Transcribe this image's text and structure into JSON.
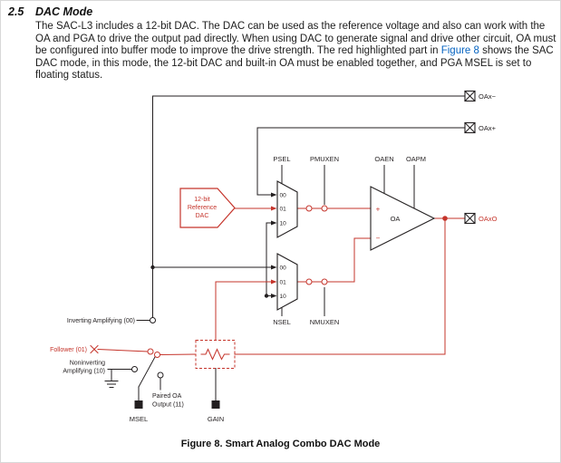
{
  "page": {
    "section_number": "2.5",
    "section_title": "DAC Mode",
    "paragraph": {
      "part1": "The SAC-L3 includes a 12-bit DAC. The DAC can be used as the reference voltage and also can work with the OA and PGA to drive the output pad directly. When using DAC to generate signal and drive other circuit, OA must be configured into buffer mode to improve the drive strength. The red highlighted part in ",
      "link": "Figure 8",
      "part2": " shows the SAC DAC mode, in this mode, the 12-bit DAC and built-in OA must be enabled together, and PGA MSEL is set to floating status."
    },
    "caption": "Figure 8. Smart Analog Combo DAC Mode"
  },
  "diagram": {
    "pads": {
      "oax_minus": "OAx−",
      "oax_plus": "OAx+",
      "oaxo": "OAxO"
    },
    "top_labels": {
      "psel": "PSEL",
      "pmuxen": "PMUXEN",
      "oaen": "OAEN",
      "oapm": "OAPM"
    },
    "bottom_labels": {
      "nsel": "NSEL",
      "nmuxen": "NMUXEN",
      "msel": "MSEL",
      "gain": "GAIN"
    },
    "dac": {
      "line1": "12-bit",
      "line2": "Reference",
      "line3": "DAC"
    },
    "opamp": {
      "label": "OA",
      "plus": "+",
      "minus": "−"
    },
    "mux_top": {
      "in00": "00",
      "in01": "01",
      "in10": "10"
    },
    "mux_bottom": {
      "in00": "00",
      "in01": "01",
      "in10": "10"
    },
    "msel_options": {
      "inverting": "Inverting Amplifying (00)",
      "follower": "Follower (01)",
      "noninverting_line1": "Noninverting",
      "noninverting_line2": "Amplifying (10)",
      "paired_line1": "Paired OA",
      "paired_line2": "Output (11)"
    },
    "colors": {
      "highlight_red": "#c5342b",
      "line_black": "#231f20",
      "link_blue": "#0563c1"
    }
  }
}
